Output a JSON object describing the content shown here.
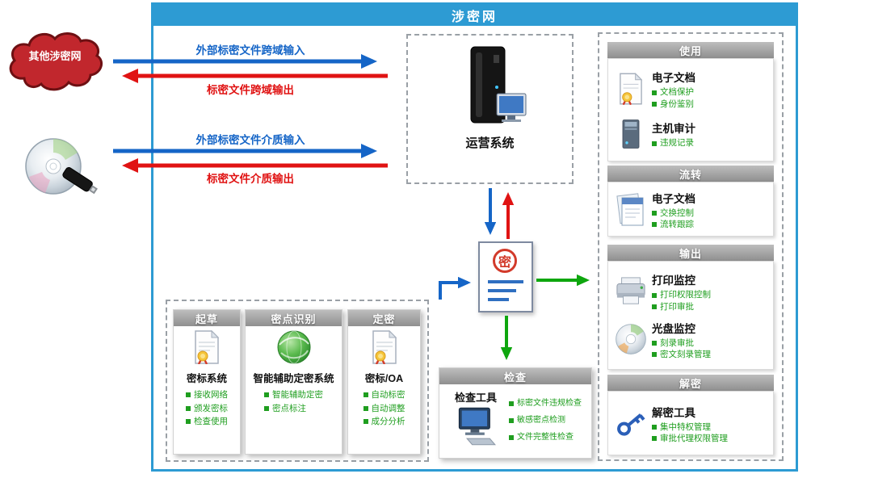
{
  "title": "涉密网",
  "external": {
    "cloud": "其他涉密网"
  },
  "flows": {
    "domain_in": "外部标密文件跨域输入",
    "domain_out": "标密文件跨域输出",
    "media_in": "外部标密文件介质输入",
    "media_out": "标密文件介质输出"
  },
  "ops": {
    "label": "运营系统"
  },
  "document": {
    "stamp": "密"
  },
  "draft": {
    "panels": [
      {
        "header": "起草",
        "title": "密标系统",
        "bullets": [
          "接收网络",
          "颁发密标",
          "检查使用"
        ]
      },
      {
        "header": "密点识别",
        "title": "智能辅助定密系统",
        "bullets": [
          "智能辅助定密",
          "密点标注"
        ]
      },
      {
        "header": "定密",
        "title": "密标/OA",
        "bullets": [
          "自动标密",
          "自动调整",
          "成分分析"
        ]
      }
    ]
  },
  "check": {
    "header": "检查",
    "title": "检查工具",
    "bullets": [
      "标密文件违规检查",
      "敏感密点检测",
      "文件完整性检查"
    ]
  },
  "right": {
    "sections": [
      {
        "header": "使用",
        "items": [
          {
            "title": "电子文档",
            "bullets": [
              "文档保护",
              "身份鉴别"
            ]
          },
          {
            "title": "主机审计",
            "bullets": [
              "违规记录"
            ]
          }
        ]
      },
      {
        "header": "流转",
        "items": [
          {
            "title": "电子文档",
            "bullets": [
              "交换控制",
              "流转跟踪"
            ]
          }
        ]
      },
      {
        "header": "输出",
        "items": [
          {
            "title": "打印监控",
            "bullets": [
              "打印权限控制",
              "打印审批"
            ]
          },
          {
            "title": "光盘监控",
            "bullets": [
              "刻录审批",
              "密文刻录管理"
            ]
          }
        ]
      },
      {
        "header": "解密",
        "items": [
          {
            "title": "解密工具",
            "bullets": [
              "集中特权管理",
              "审批代理权限管理"
            ]
          }
        ]
      }
    ]
  },
  "colors": {
    "accent_blue": "#2d9bd3",
    "arrow_blue": "#1565c7",
    "arrow_red": "#e01313",
    "arrow_green": "#0ea60e",
    "bullet_green": "#1f9e1f",
    "header_gray": "#9a9a9a",
    "cloud_red": "#c1272d"
  }
}
